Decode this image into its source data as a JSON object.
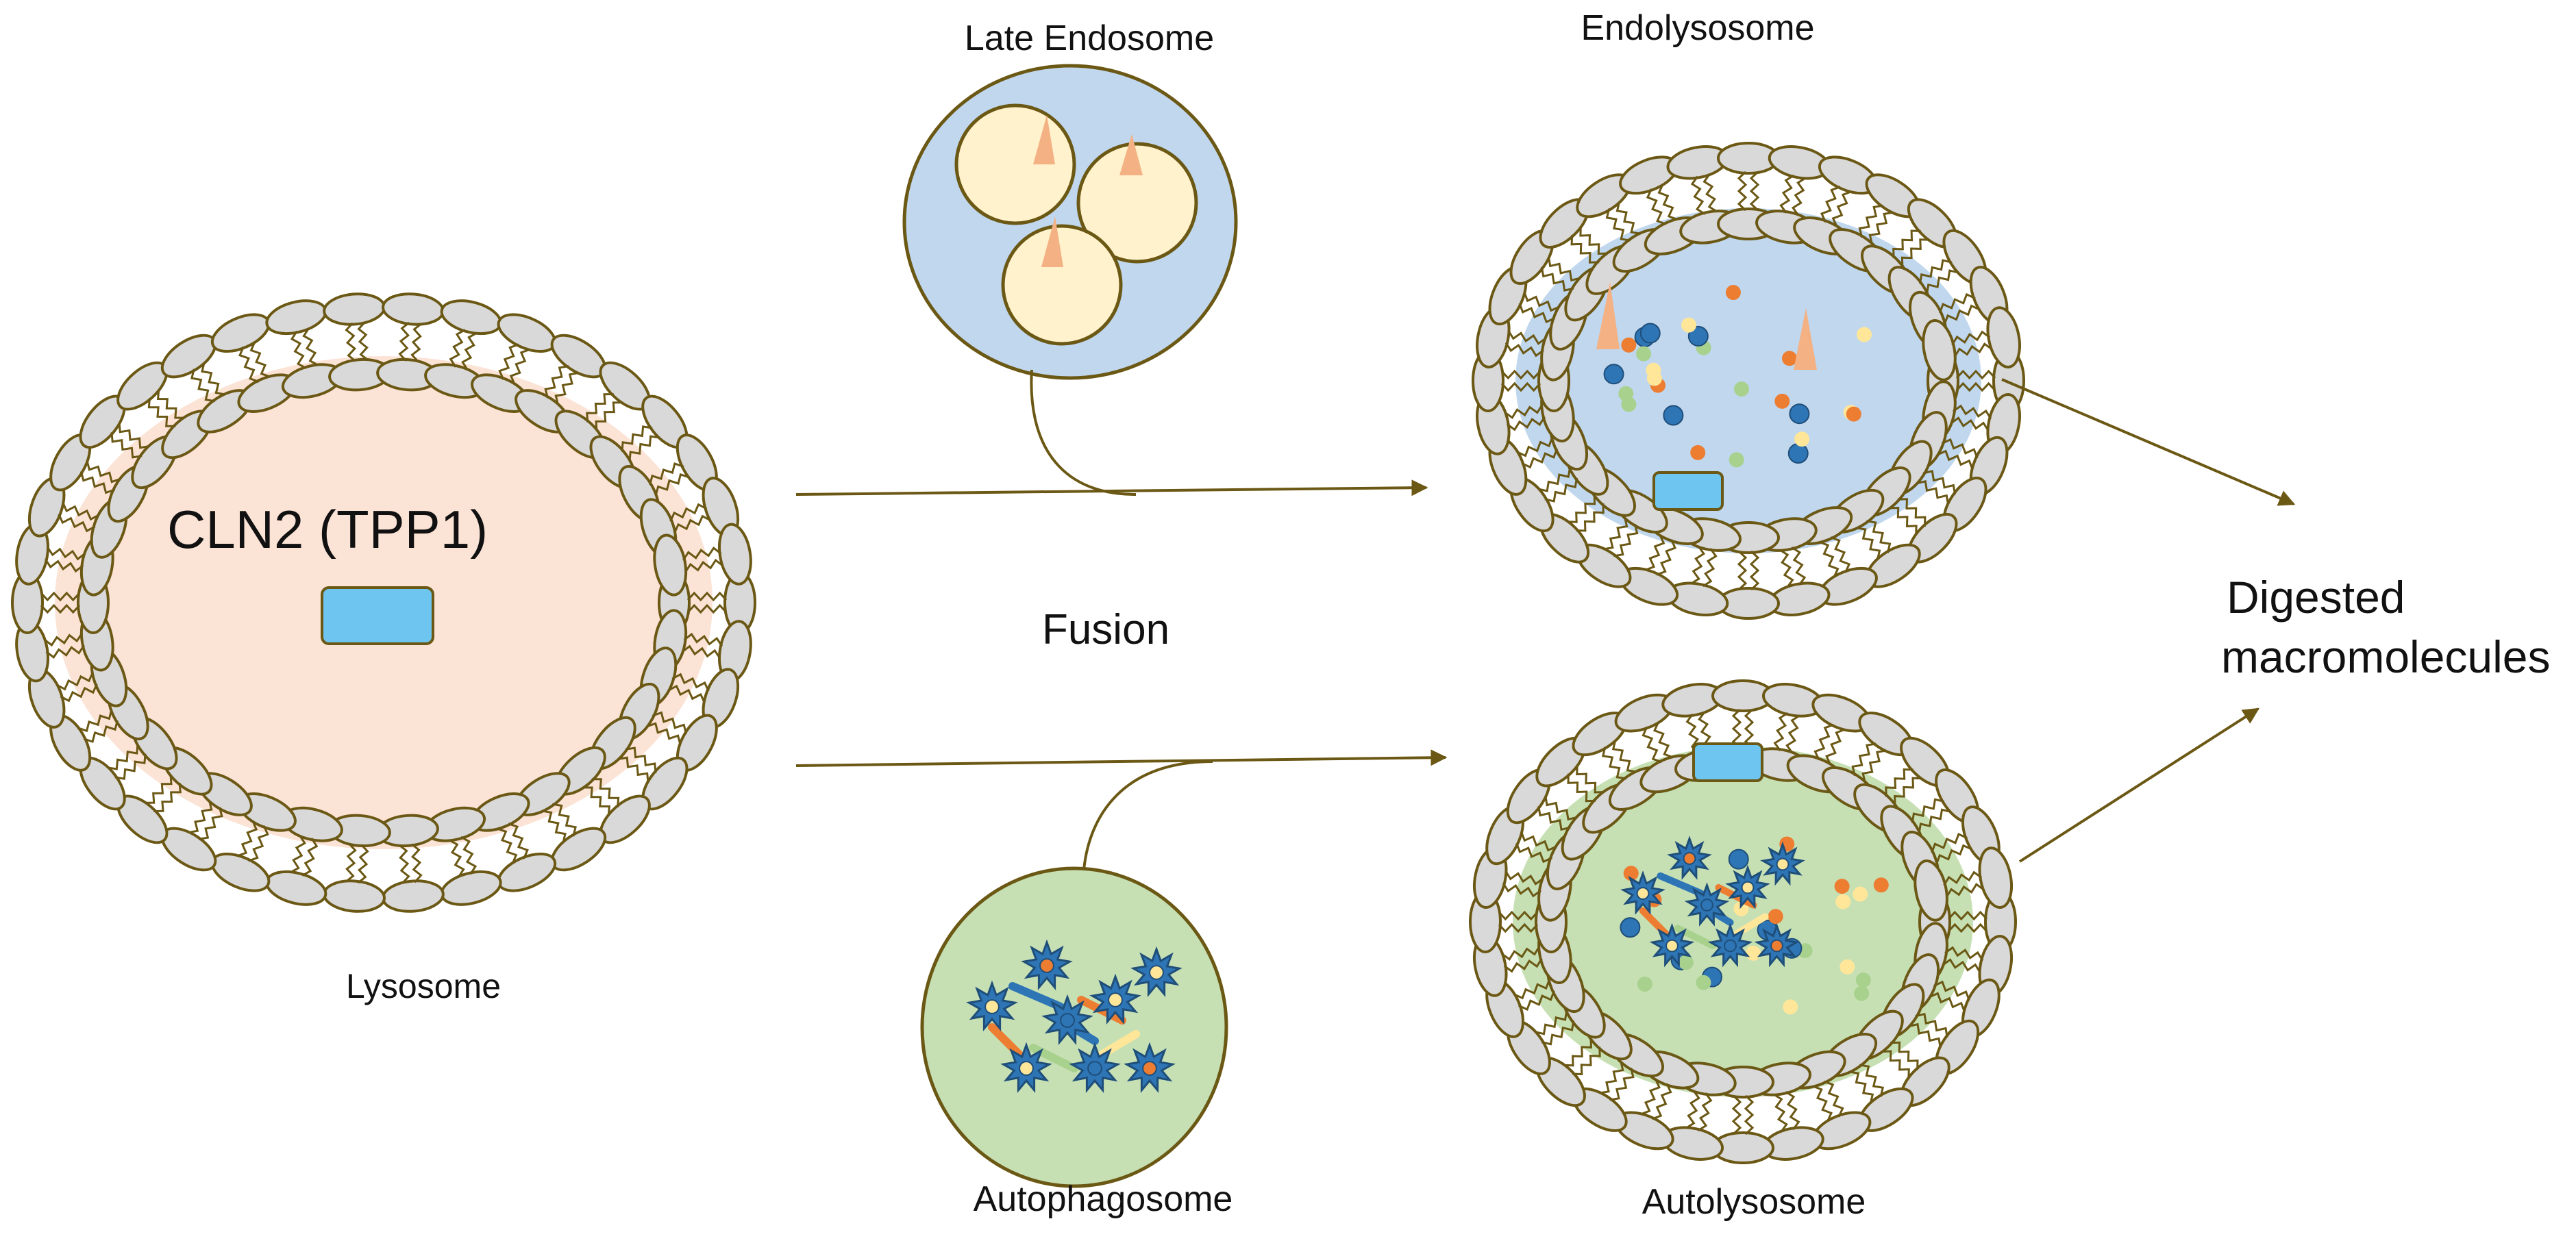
{
  "labels": {
    "late_endosome": "Late Endosome",
    "endolysosome": "Endolysosome",
    "lysosome": "Lysosome",
    "enzyme": "CLN2 (TPP1)",
    "fusion": "Fusion",
    "digested_line1": "Digested",
    "digested_line2": "macromolecules",
    "autophagosome": "Autophagosome",
    "autolysosome": "Autolysosome"
  },
  "colors": {
    "lysosome_fill": "#fbe3d6",
    "endosome_fill": "#c0d7ee",
    "autophagosome_fill": "#c6e0b4",
    "vesicle_fill": "#fff2cc",
    "enzyme_fill": "#6ec6f0",
    "enzyme_text": "#2e75b6",
    "lipid_head": "#d9d9d9",
    "outline": "#6b5814",
    "cone": "#f4b183",
    "dot_blue": "#2e75b6",
    "dot_orange": "#ed7d31",
    "dot_green": "#a9d18e",
    "dot_yellow": "#ffe699"
  },
  "icons": {
    "enzyme": "rectangle-icon",
    "phospholipid": "phospholipid-icon",
    "protein_spike": "cone-icon",
    "damaged_protein": "star-icon"
  }
}
